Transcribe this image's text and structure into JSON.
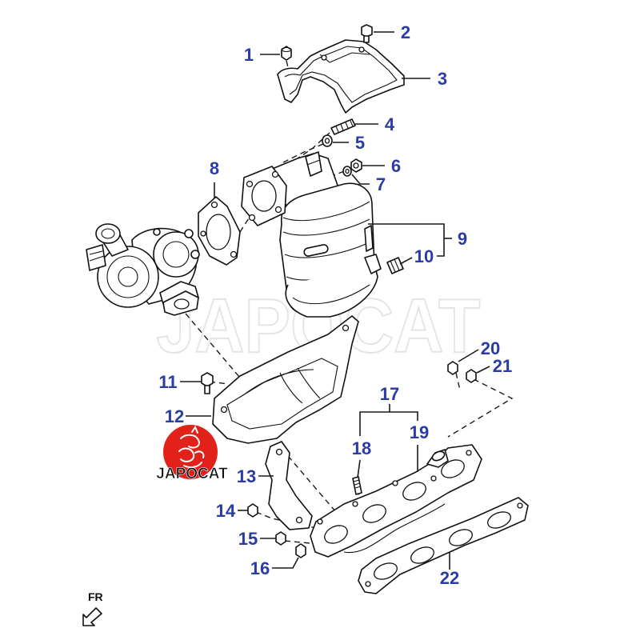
{
  "diagram": {
    "callout_color": "#2b3da3",
    "callouts": {
      "c1": "1",
      "c2": "2",
      "c3": "3",
      "c4": "4",
      "c5": "5",
      "c6": "6",
      "c7": "7",
      "c8": "8",
      "c9": "9",
      "c10": "10",
      "c11": "11",
      "c12": "12",
      "c13": "13",
      "c14": "14",
      "c15": "15",
      "c16": "16",
      "c17": "17",
      "c18": "18",
      "c19": "19",
      "c20": "20",
      "c21": "21",
      "c22": "22"
    },
    "direction_label": "FR",
    "watermark_text": "JAPOCAT",
    "logo": {
      "text": "JAPOCAT",
      "color": "#e3211b"
    }
  }
}
